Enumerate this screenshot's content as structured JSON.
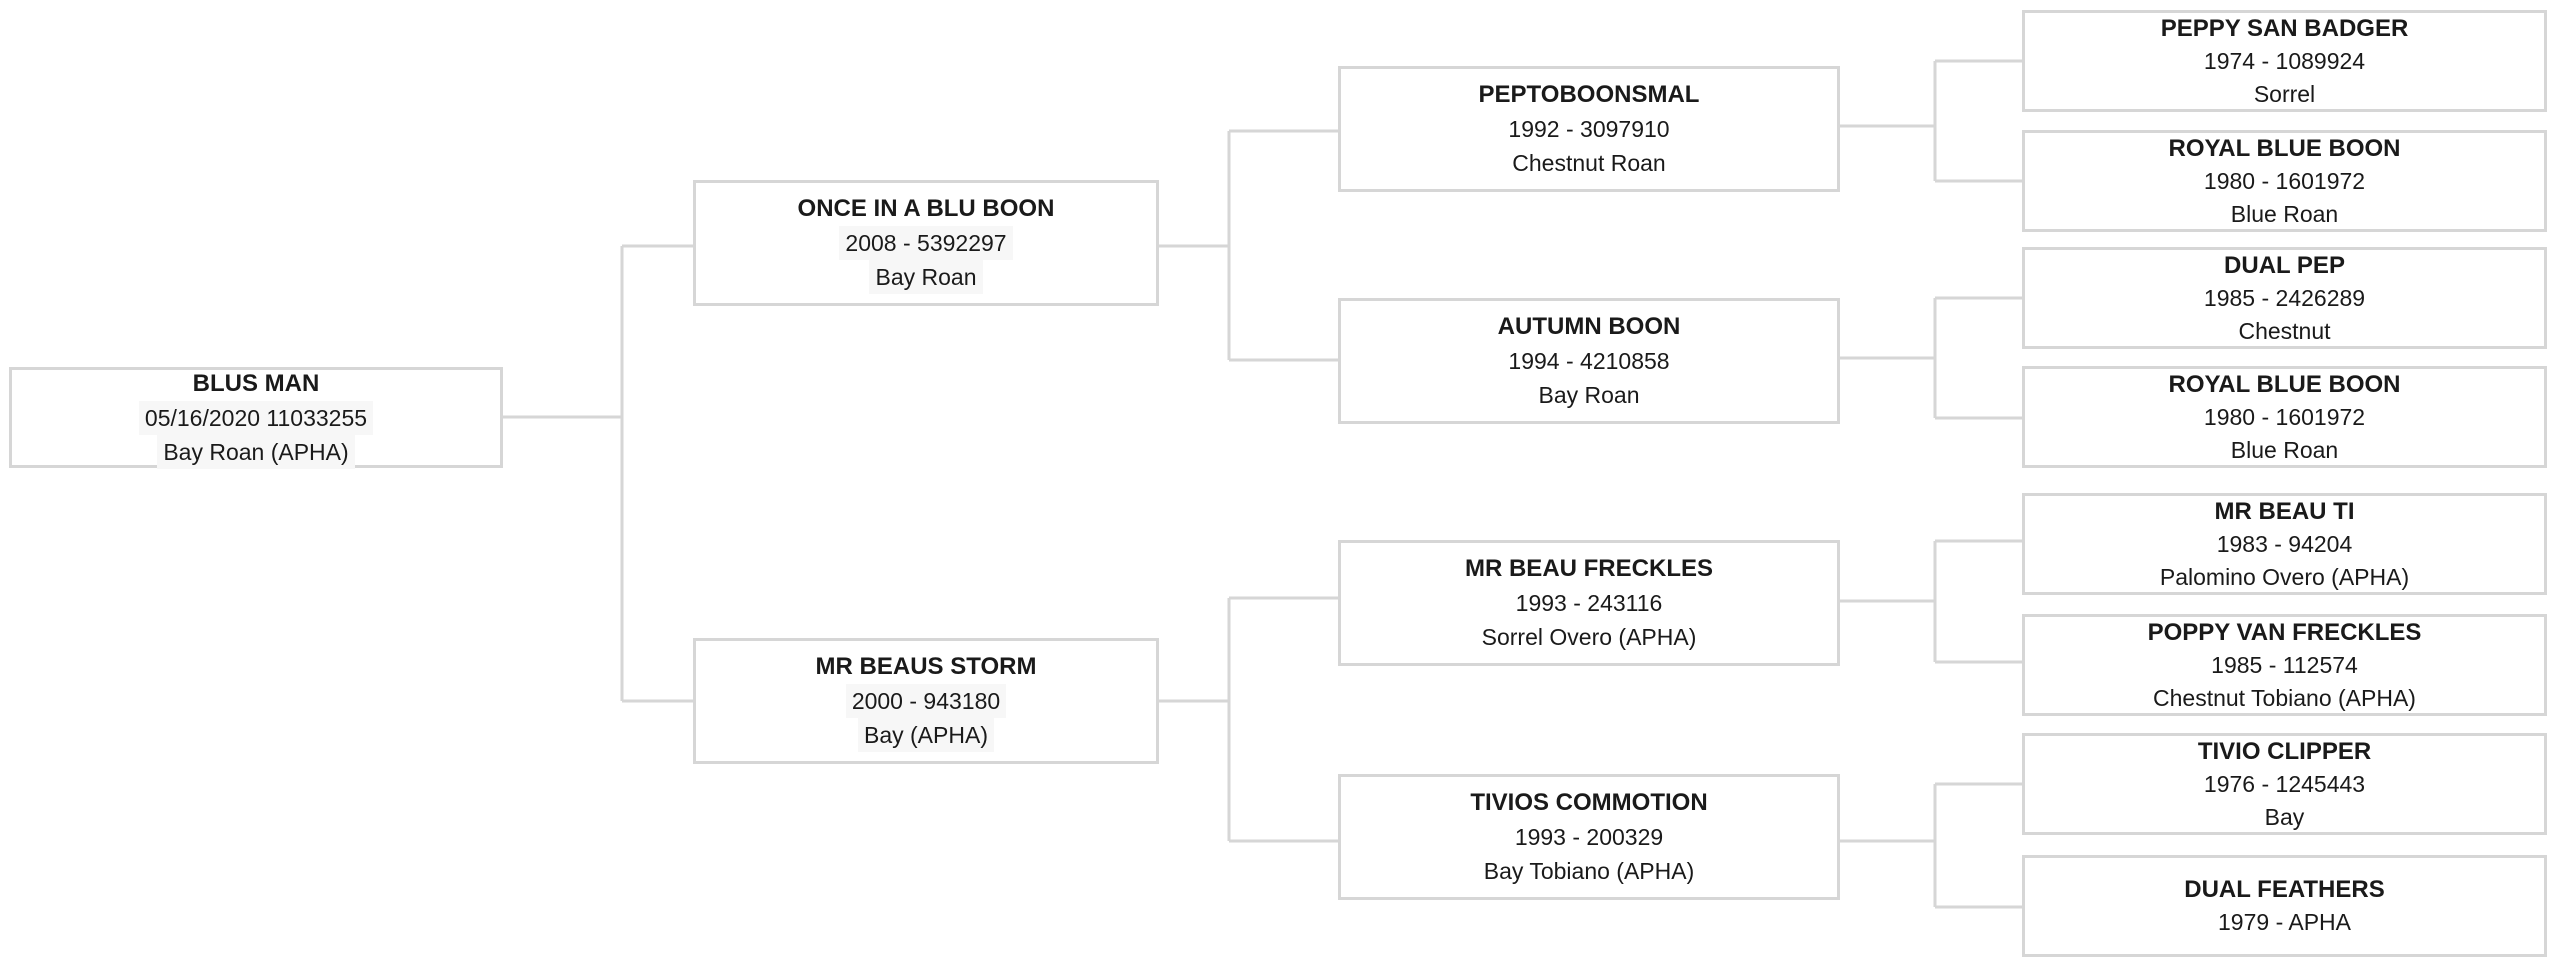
{
  "horses": {
    "subject": {
      "name": "BLUS MAN",
      "info": "05/16/2020 11033255",
      "color": "Bay Roan (APHA)"
    },
    "sire": {
      "name": "ONCE IN A BLU BOON",
      "info": "2008 -  5392297",
      "color": "Bay Roan"
    },
    "dam": {
      "name": "MR BEAUS STORM",
      "info": "2000 - 943180",
      "color": "Bay (APHA)"
    },
    "sire_sire": {
      "name": "PEPTOBOONSMAL",
      "info": "1992 - 3097910",
      "color": "Chestnut Roan"
    },
    "sire_dam": {
      "name": "AUTUMN BOON",
      "info": "1994 - 4210858",
      "color": "Bay Roan"
    },
    "dam_sire": {
      "name": "MR BEAU FRECKLES",
      "info": "1993 - 243116",
      "color": "Sorrel Overo (APHA)"
    },
    "dam_dam": {
      "name": "TIVIOS COMMOTION",
      "info": "1993 - 200329",
      "color": "Bay Tobiano (APHA)"
    },
    "g1": {
      "name": "PEPPY SAN BADGER",
      "info": "1974 - 1089924",
      "color": "Sorrel"
    },
    "g2": {
      "name": "ROYAL BLUE BOON",
      "info": "1980 - 1601972",
      "color": "Blue Roan"
    },
    "g3": {
      "name": "DUAL PEP",
      "info": "1985 - 2426289",
      "color": "Chestnut"
    },
    "g4": {
      "name": "ROYAL BLUE BOON",
      "info": "1980 - 1601972",
      "color": "Blue Roan"
    },
    "g5": {
      "name": "MR BEAU TI",
      "info": "1983 - 94204",
      "color": "Palomino Overo (APHA)"
    },
    "g6": {
      "name": "POPPY VAN FRECKLES",
      "info": "1985 - 112574",
      "color": "Chestnut Tobiano (APHA)"
    },
    "g7": {
      "name": "TIVIO CLIPPER",
      "info": "1976 - 1245443",
      "color": "Bay"
    },
    "g8": {
      "name": "DUAL FEATHERS",
      "info": "1979 - APHA",
      "color": ""
    }
  },
  "colors": {
    "border": "#d6d6d6",
    "connector": "#d6d6d6",
    "text": "#1a1a1a",
    "highlight": "#f7f7f7"
  }
}
